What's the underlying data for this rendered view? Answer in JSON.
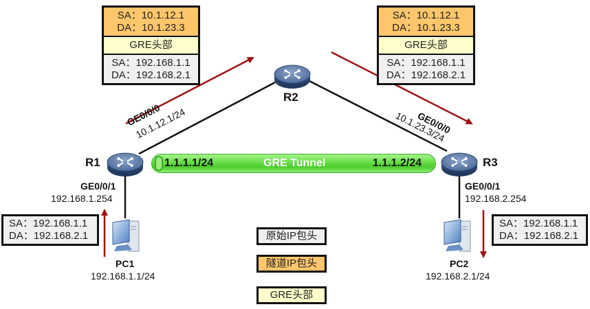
{
  "routers": {
    "r1": {
      "name": "R1",
      "ge000_label": "GE0/0/0",
      "ge000_ip": "10.1.12.1/24",
      "ge001_label": "GE0/0/1",
      "ge001_ip": "192.168.1.254"
    },
    "r2": {
      "name": "R2"
    },
    "r3": {
      "name": "R3",
      "ge000_label": "GE0/0/0",
      "ge000_ip": "10.1.23.3/24",
      "ge001_label": "GE0/0/1",
      "ge001_ip": "192.168.2.254"
    }
  },
  "pcs": {
    "pc1": {
      "name": "PC1",
      "ip": "192.168.1.1/24"
    },
    "pc2": {
      "name": "PC2",
      "ip": "192.168.2.1/24"
    }
  },
  "tunnel": {
    "label": "GRE Tunnel",
    "left_ip": "1.1.1.1/24",
    "right_ip": "1.1.1.2/24"
  },
  "packet_left": {
    "tunnel_sa": "SA：10.1.12.1",
    "tunnel_da": "DA：10.1.23.3",
    "gre": "GRE头部",
    "orig_sa": "SA：192.168.1.1",
    "orig_da": "DA：192.168.2.1"
  },
  "packet_right": {
    "tunnel_sa": "SA：10.1.12.1",
    "tunnel_da": "DA：10.1.23.3",
    "gre": "GRE头部",
    "orig_sa": "SA：192.168.1.1",
    "orig_da": "DA：192.168.2.1"
  },
  "packet_pc1": {
    "orig_sa": "SA：192.168.1.1",
    "orig_da": "DA：192.168.2.1"
  },
  "packet_pc2": {
    "orig_sa": "SA：192.168.1.1",
    "orig_da": "DA：192.168.2.1"
  },
  "legend": {
    "original": "原始IP包头",
    "tunnel": "隧道IP包头",
    "gre": "GRE头部"
  },
  "colors": {
    "tunnel_header": "#ffc66b",
    "gre_header": "#ffffcc",
    "original_header": "#f0f0f0",
    "flow_arrow": "#a01010",
    "tunnel_pipe": "#66dd44",
    "router_body": "#5b7aa6"
  }
}
